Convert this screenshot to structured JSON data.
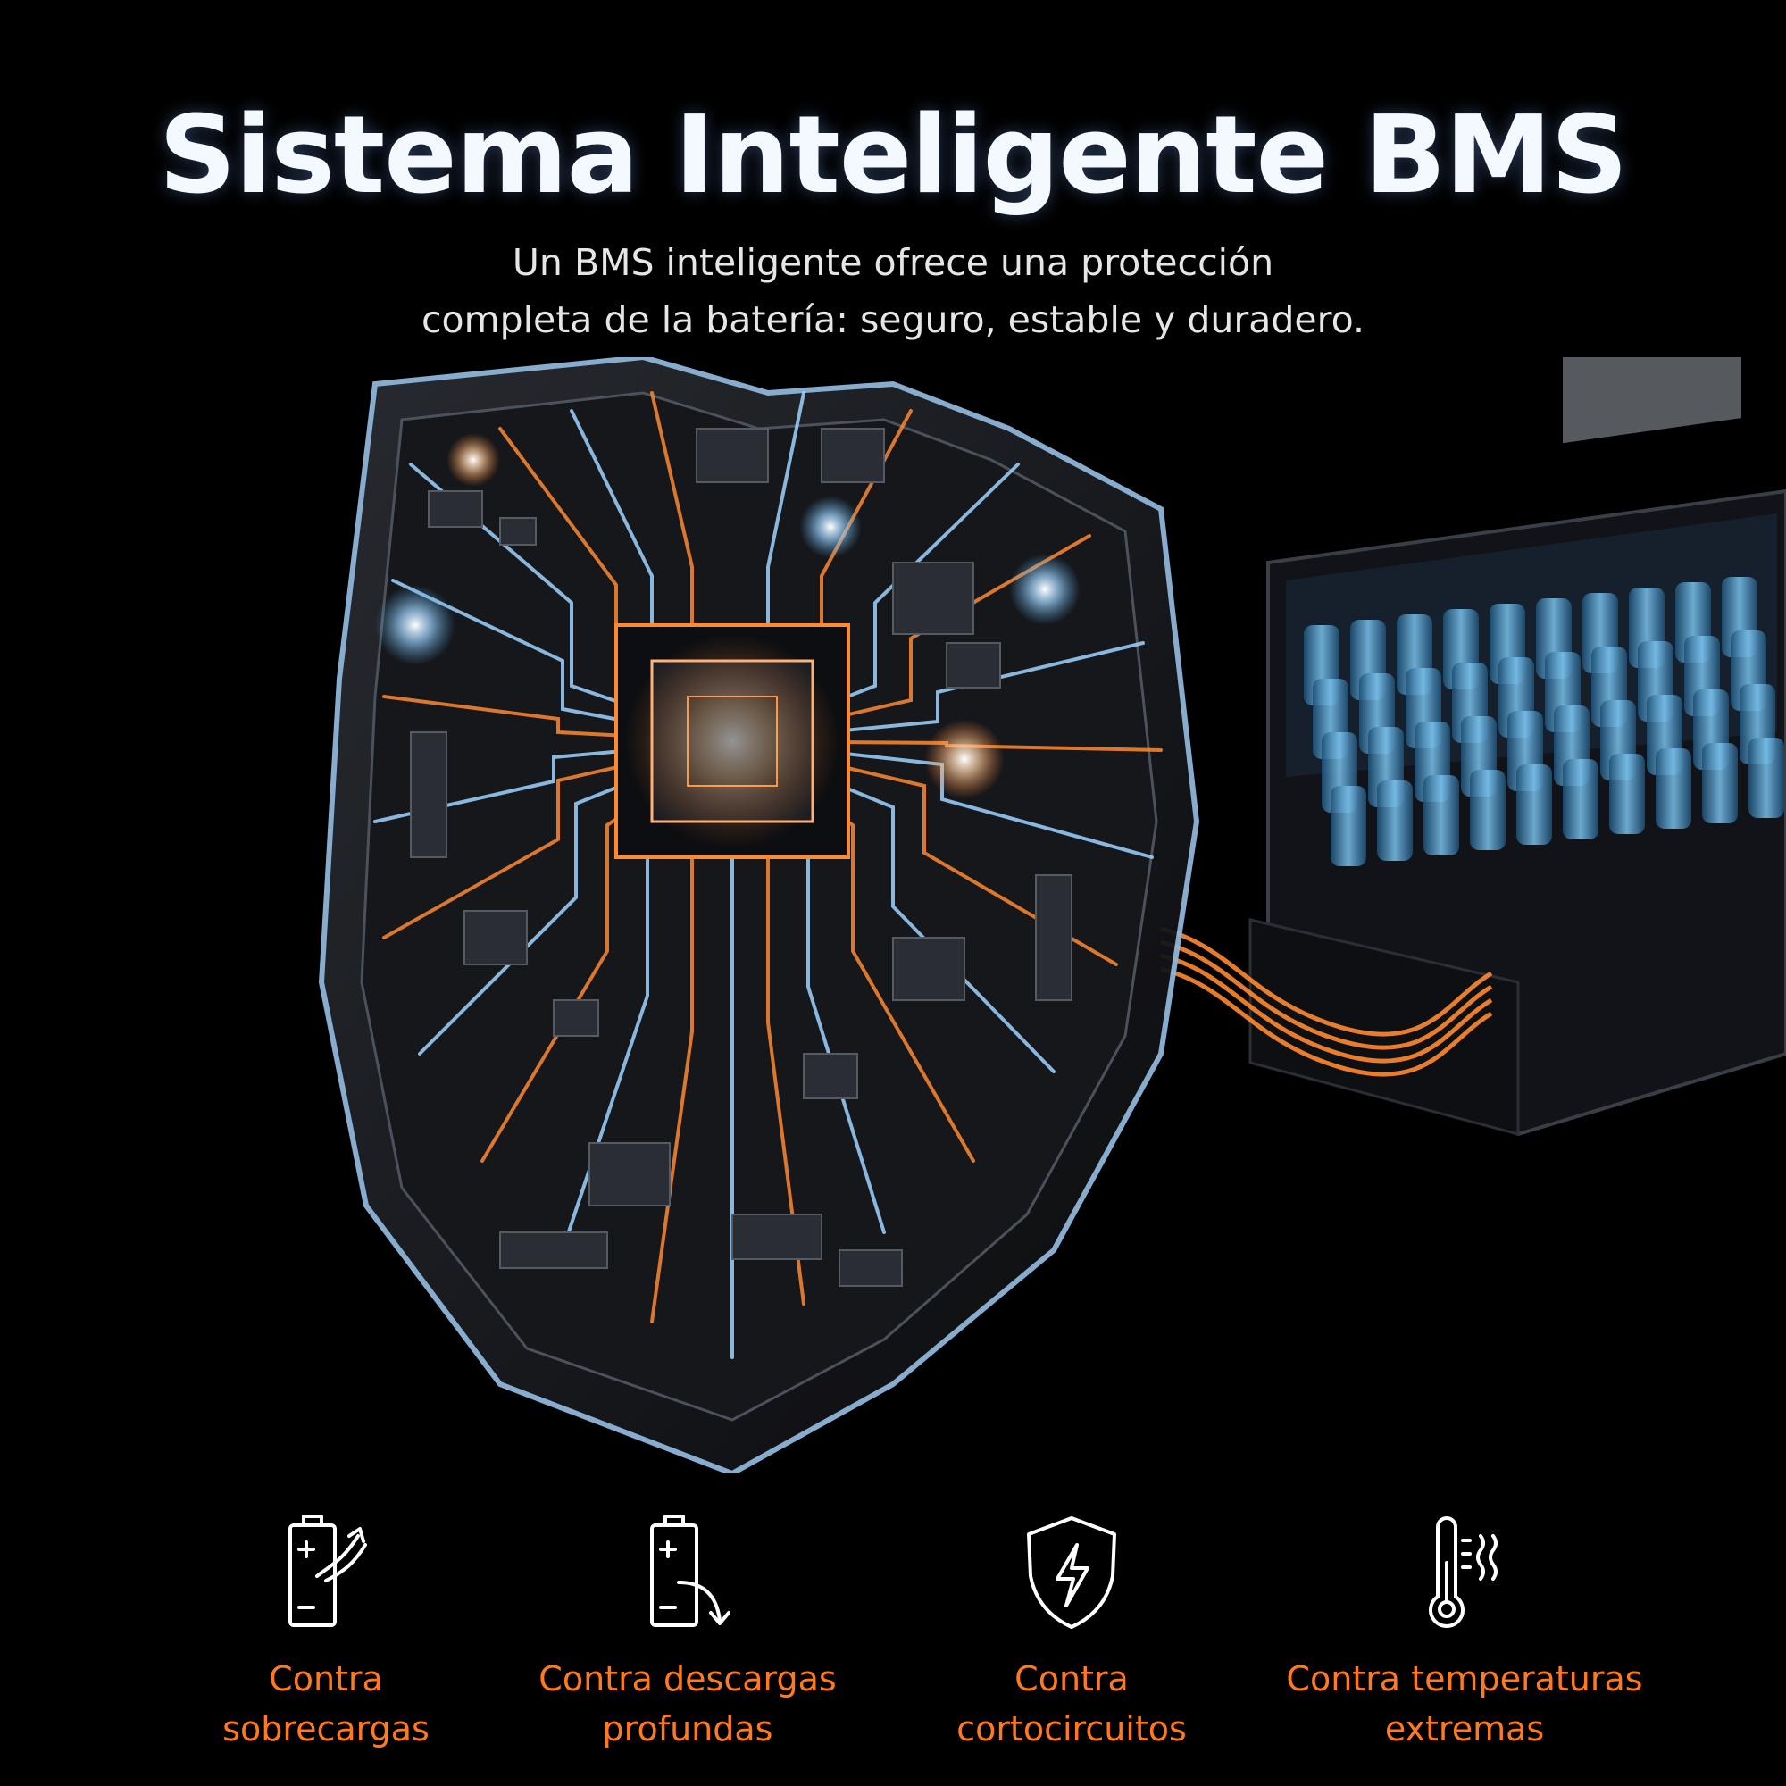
{
  "header": {
    "title": "Sistema Inteligente BMS",
    "subtitle_lines": [
      "Un BMS inteligente ofrece una protección",
      "completa de la batería: seguro, estable y duradero."
    ]
  },
  "colors": {
    "background": "#000000",
    "accent_orange": "#ff7a1f",
    "trace_blue": "#9fd4ff",
    "battery_blue": "#4fa3d8"
  },
  "features": [
    {
      "icon": "battery-overcharge-icon",
      "label_lines": [
        "Contra",
        "sobrecargas"
      ]
    },
    {
      "icon": "battery-deep-discharge-icon",
      "label_lines": [
        "Contra descargas",
        "profundas"
      ]
    },
    {
      "icon": "shield-lightning-icon",
      "label_lines": [
        "Contra",
        "cortocircuitos"
      ]
    },
    {
      "icon": "thermometer-heat-icon",
      "label_lines": [
        "Contra temperaturas",
        "extremas"
      ]
    }
  ]
}
